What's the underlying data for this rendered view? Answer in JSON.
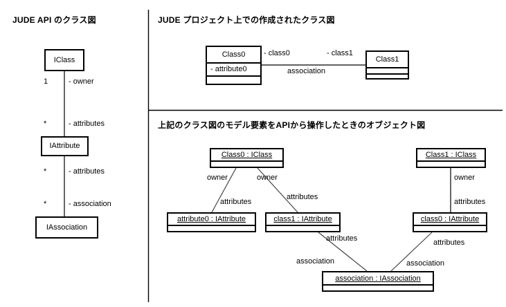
{
  "panels": {
    "api_diagram": {
      "title": "JUDE API のクラス図",
      "classes": [
        {
          "name": "IClass"
        },
        {
          "name": "IAttribute"
        },
        {
          "name": "IAssociation"
        }
      ],
      "associations": [
        {
          "source_mult": "1",
          "source_role": "- owner",
          "target_mult": "*",
          "target_role": "- attributes"
        },
        {
          "source_mult": "*",
          "source_role": "- attributes",
          "target_mult": "*",
          "target_role": "- association"
        }
      ],
      "labels": {
        "owner": "- owner",
        "attributes": "- attributes",
        "association": "- association",
        "mult_one": "1",
        "mult_many": "*"
      }
    },
    "class_diagram": {
      "title": "JUDE プロジェクト上での作成されたクラス図",
      "classes": [
        {
          "name": "Class0",
          "attributes": [
            "- attribute0"
          ],
          "operations": []
        },
        {
          "name": "Class1",
          "attributes": [],
          "operations": []
        }
      ],
      "association": {
        "name": "association",
        "source_role": "- class0",
        "target_role": "- class1"
      }
    },
    "object_diagram": {
      "title": "上記のクラス図のモデル要素をAPIから操作したときのオブジェクト図",
      "objects": [
        {
          "label": "Class0 : IClass"
        },
        {
          "label": "Class1 : IClass"
        },
        {
          "label": "attribute0 : IAttribute"
        },
        {
          "label": "class1 : IAttribute"
        },
        {
          "label": "class0 : IAttribute"
        },
        {
          "label": "association : IAssociation"
        }
      ],
      "links": [
        {
          "label": "owner",
          "from": "Class0 : IClass",
          "to": "attribute0 : IAttribute"
        },
        {
          "label": "attributes",
          "from": "Class0 : IClass",
          "to": "attribute0 : IAttribute"
        },
        {
          "label": "owner",
          "from": "Class0 : IClass",
          "to": "class1 : IAttribute"
        },
        {
          "label": "attributes",
          "from": "Class0 : IClass",
          "to": "class1 : IAttribute"
        },
        {
          "label": "owner",
          "from": "Class1 : IClass",
          "to": "class0 : IAttribute"
        },
        {
          "label": "attributes",
          "from": "Class1 : IClass",
          "to": "class0 : IAttribute"
        },
        {
          "label": "attributes",
          "from": "class1 : IAttribute",
          "to": "association : IAssociation"
        },
        {
          "label": "association",
          "from": "class1 : IAttribute",
          "to": "association : IAssociation"
        },
        {
          "label": "attributes",
          "from": "class0 : IAttribute",
          "to": "association : IAssociation"
        },
        {
          "label": "association",
          "from": "class0 : IAttribute",
          "to": "association : IAssociation"
        }
      ],
      "link_labels": {
        "owner": "owner",
        "attributes": "attributes",
        "association": "association"
      }
    }
  },
  "colors": {
    "background": "#ffffff",
    "ink": "#000000",
    "line": "#333333"
  }
}
